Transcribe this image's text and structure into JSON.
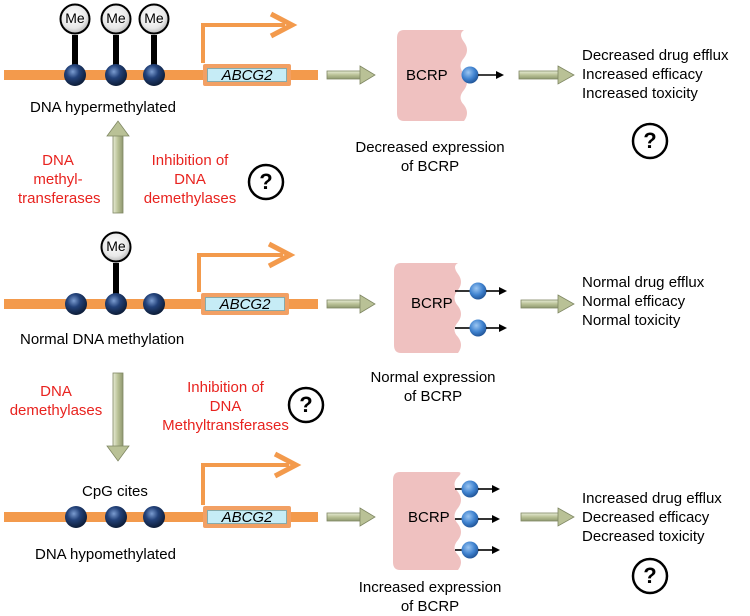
{
  "top": {
    "methyl_label": "Me",
    "gene_label": "ABCG2",
    "state_label": "DNA hypermethylated",
    "protein_label": "BCRP",
    "expression_line1": "Decreased expression",
    "expression_line2": "of BCRP",
    "outcomes": [
      "Decreased drug efflux",
      "Increased efficacy",
      "Increased toxicity"
    ],
    "question": "?"
  },
  "up_transition": {
    "left_lines": [
      "DNA",
      "methyl-",
      "transferases"
    ],
    "right_lines": [
      "Inhibition of",
      "DNA",
      "demethylases"
    ],
    "question": "?"
  },
  "middle": {
    "methyl_label": "Me",
    "gene_label": "ABCG2",
    "state_label": "Normal DNA methylation",
    "protein_label": "BCRP",
    "expression_line1": "Normal expression",
    "expression_line2": "of BCRP",
    "outcomes": [
      "Normal drug efflux",
      "Normal efficacy",
      "Normal toxicity"
    ]
  },
  "down_transition": {
    "left_lines": [
      "DNA",
      "demethylases"
    ],
    "right_lines": [
      "Inhibition of",
      "DNA",
      "Methyltransferases"
    ],
    "question": "?"
  },
  "bottom": {
    "cpg_label": "CpG cites",
    "gene_label": "ABCG2",
    "state_label": "DNA hypomethylated",
    "protein_label": "BCRP",
    "expression_line1": "Increased expression",
    "expression_line2": "of BCRP",
    "outcomes": [
      "Increased drug efflux",
      "Decreased efficacy",
      "Decreased toxicity"
    ],
    "question": "?"
  },
  "colors": {
    "dna_strand": "#f39a4c",
    "cpg_bead": "#1e3a66",
    "protein_body": "#efc1c0",
    "transporter": "#3f82cf",
    "label_red": "#e8231f",
    "gene_box": "#c6ecf6",
    "block_arrow": "#c8cfa8"
  }
}
